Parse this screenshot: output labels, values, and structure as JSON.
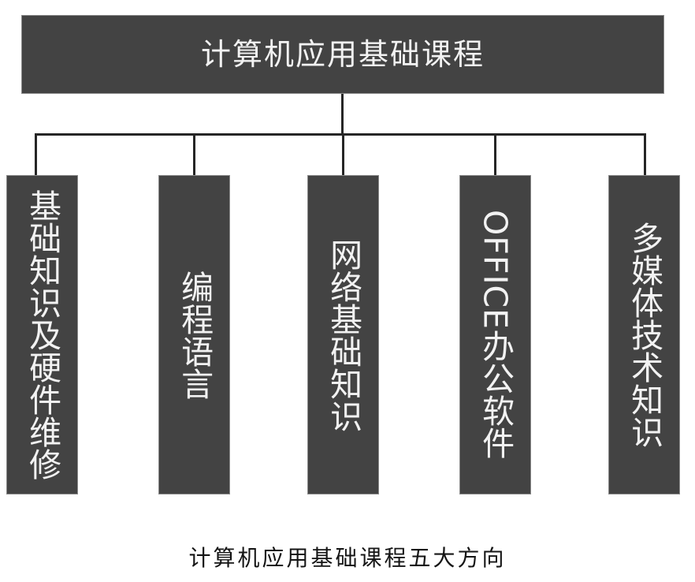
{
  "diagram": {
    "type": "org-chart",
    "orientation": "top-down",
    "root": {
      "label": "计算机应用基础课程"
    },
    "children": [
      {
        "label": "基础知识及硬件维修",
        "latin_prefix": ""
      },
      {
        "label": "编程语言",
        "latin_prefix": ""
      },
      {
        "label": "网络基础知识",
        "latin_prefix": ""
      },
      {
        "label": "办公软件",
        "latin_prefix": "OFFICE"
      },
      {
        "label": "多媒体技术知识",
        "latin_prefix": ""
      }
    ],
    "caption": "计算机应用基础课程五大方向",
    "colors": {
      "box_fill": "#434343",
      "box_border": "#8a8a8a",
      "box_text": "#f2f2f2",
      "connector": "#262626",
      "background": "#ffffff",
      "caption_text": "#151515"
    }
  }
}
